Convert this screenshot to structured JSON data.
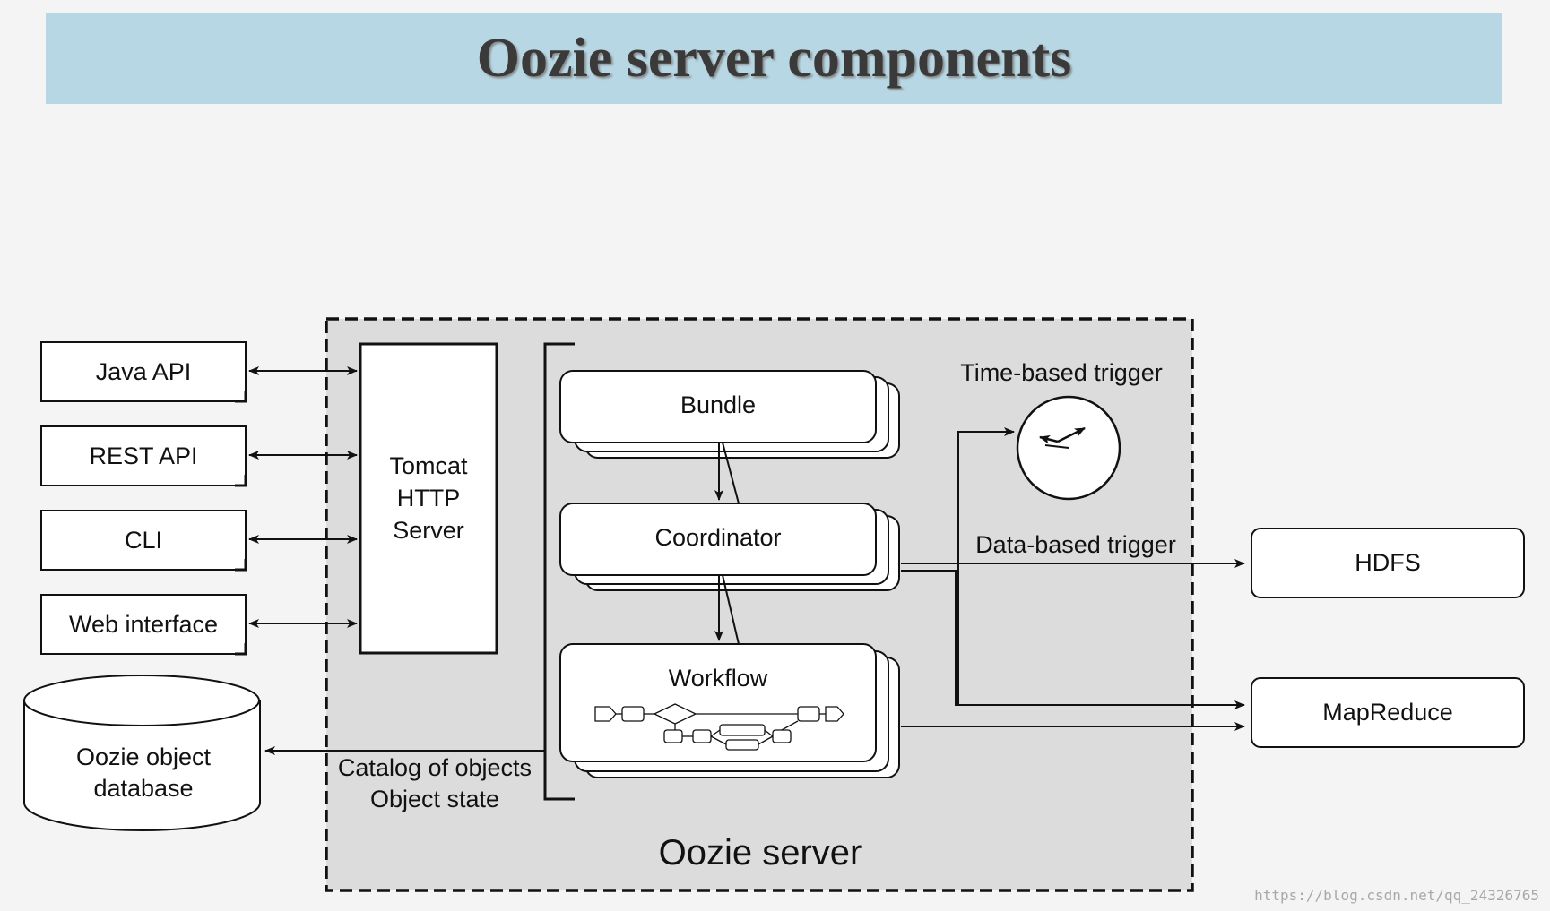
{
  "title": "Oozie server components",
  "clients": {
    "java_api": "Java API",
    "rest_api": "REST API",
    "cli": "CLI",
    "web_interface": "Web interface"
  },
  "database": {
    "line1": "Oozie object",
    "line2": "database"
  },
  "tomcat": {
    "line1": "Tomcat",
    "line2": "HTTP",
    "line3": "Server"
  },
  "catalog": {
    "line1": "Catalog of objects",
    "line2": "Object state"
  },
  "engines": {
    "bundle": "Bundle",
    "coordinator": "Coordinator",
    "workflow": "Workflow"
  },
  "triggers": {
    "time": "Time-based trigger",
    "data": "Data-based trigger"
  },
  "targets": {
    "hdfs": "HDFS",
    "mapreduce": "MapReduce"
  },
  "server_label": "Oozie server",
  "watermark_url": "https://blog.csdn.net/qq_24326765"
}
